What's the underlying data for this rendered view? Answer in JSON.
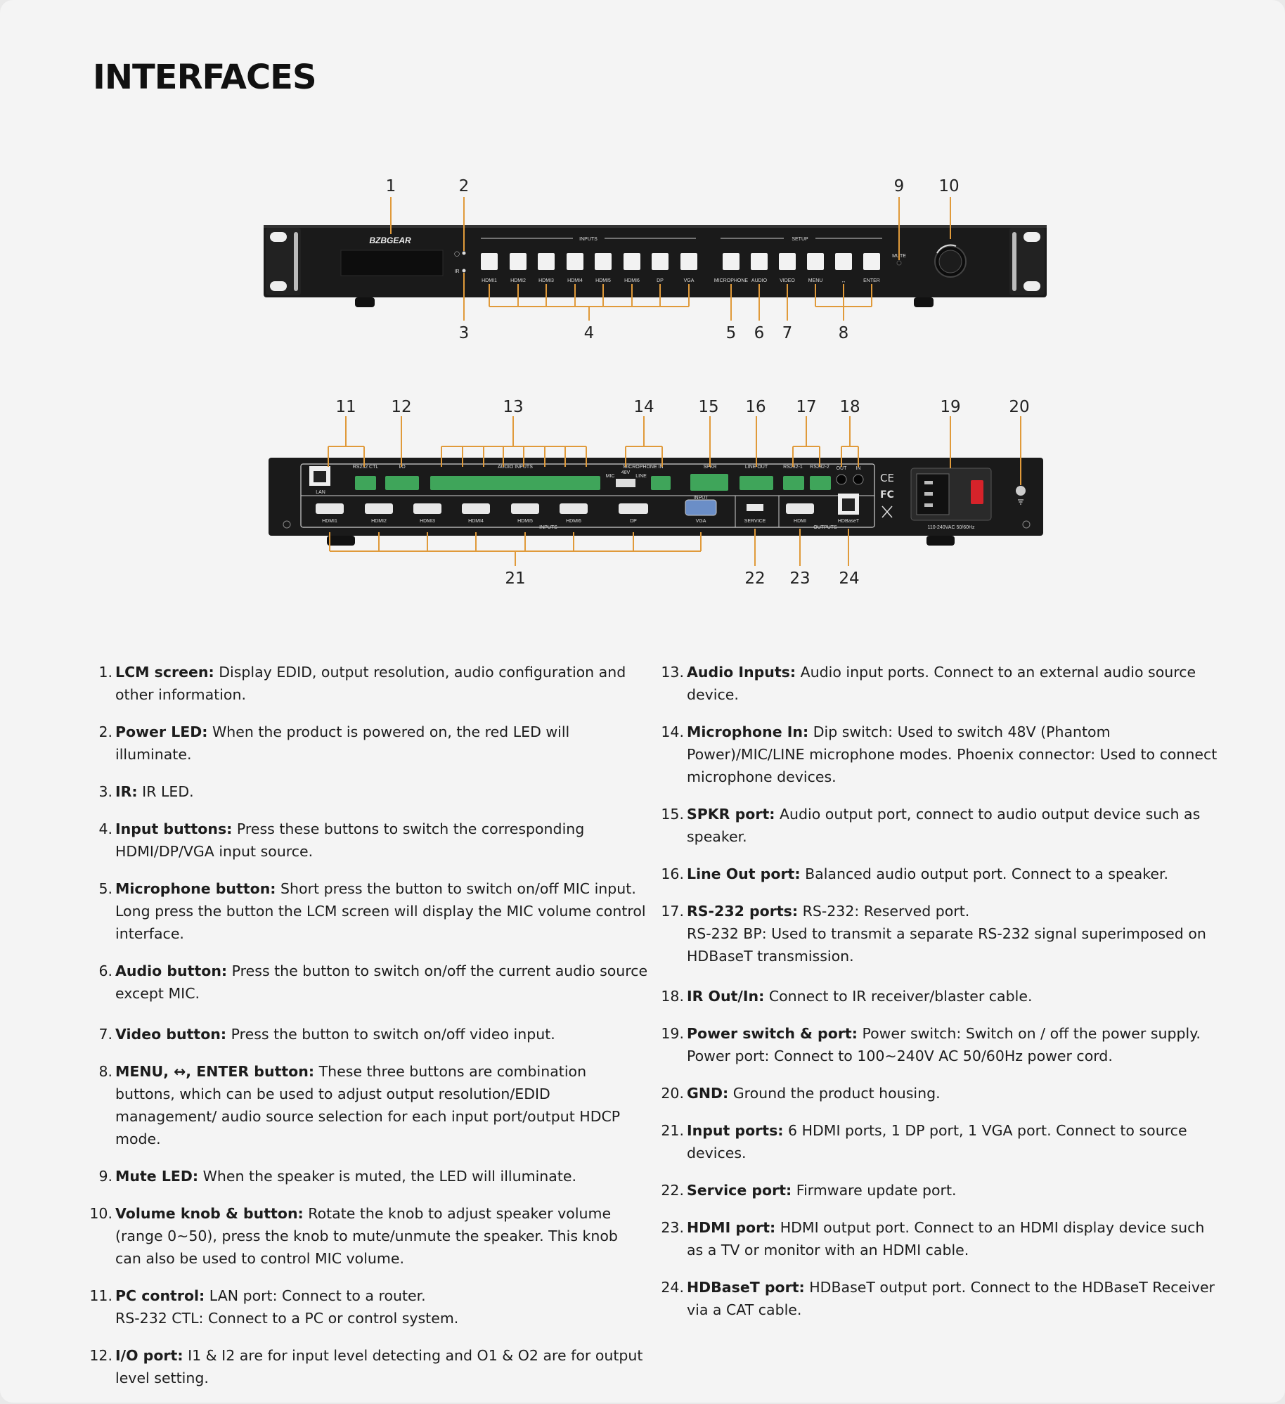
{
  "title": "INTERFACES",
  "front_panel": {
    "brand": "BZBGEAR",
    "inputs_heading": "INPUTS",
    "setup_heading": "SETUP",
    "led_labels": [
      "◯",
      "IR"
    ],
    "input_buttons": [
      "HDMI1",
      "HDMI2",
      "HDMI3",
      "HDMI4",
      "HDMI5",
      "HDMI6",
      "DP",
      "VGA"
    ],
    "setup_buttons": [
      "MICROPHONE",
      "AUDIO",
      "VIDEO",
      "MENU",
      "↔",
      "ENTER"
    ],
    "mute_label": "MUTE",
    "callouts": [
      "1",
      "2",
      "3",
      "4",
      "5",
      "6",
      "7",
      "8",
      "9",
      "10"
    ]
  },
  "rear_panel": {
    "rs232_ctl": "RS232 CTL",
    "io": "I/O",
    "audio_inputs": "AUDIO INPUTS",
    "microphone_in": "MICROPHONE IN",
    "mic_switch": [
      "MIC",
      "48V",
      "LINE"
    ],
    "spkr": "SPKR",
    "line_out": "LINE OUT",
    "rs232_1": "RS232-1",
    "rs232_2": "RS232-2",
    "ir_out": "OUT",
    "ir_in": "IN",
    "lan": "LAN",
    "input_ports": [
      "HDMI1",
      "HDMI2",
      "HDMI3",
      "HDMI4",
      "HDMI5",
      "HDMI6",
      "DP",
      "VGA"
    ],
    "inputs_label": "INPUTS",
    "input_label": "INPUT",
    "service": "SERVICE",
    "hdmi_out": "HDMI",
    "hdbaset": "HDBaseT",
    "outputs_label": "OUTPUTS",
    "power_rating": "110-240VAC 50/60Hz",
    "callouts": [
      "11",
      "12",
      "13",
      "14",
      "15",
      "16",
      "17",
      "18",
      "19",
      "20",
      "21",
      "22",
      "23",
      "24"
    ]
  },
  "items_left": [
    {
      "num": "1.",
      "term": "LCM screen:",
      "text": "Display EDID, output resolution, audio configuration and other information."
    },
    {
      "num": "2.",
      "term": "Power LED:",
      "text": "When the product is powered on, the red LED will illuminate."
    },
    {
      "num": "3.",
      "term": "IR:",
      "text": "IR LED."
    },
    {
      "num": "4.",
      "term": "Input buttons:",
      "text": "Press these buttons to switch the corresponding HDMI/DP/VGA input source."
    },
    {
      "num": "5.",
      "term": "Microphone button:",
      "text": "Short press the button to switch on/off MIC input. Long press the button the LCM screen will display the MIC volume control interface."
    },
    {
      "num": "6.",
      "term": "Audio button:",
      "text": "Press the button to switch on/off the current audio source except MIC."
    },
    {
      "num": "7.",
      "term": "Video button:",
      "text": "Press the button to switch on/off video input."
    },
    {
      "num": "8.",
      "term": "MENU, ↔, ENTER button:",
      "text": "These three buttons are combination buttons, which can be used to adjust output resolution/EDID management/ audio source selection for each input port/output HDCP mode."
    },
    {
      "num": "9.",
      "term": "Mute LED:",
      "text": "When the speaker is muted, the LED will illuminate."
    },
    {
      "num": "10.",
      "term": "Volume knob & button:",
      "text": "Rotate the knob to adjust speaker volume (range 0~50), press the knob to mute/unmute the speaker. This knob can also be used to control MIC volume."
    },
    {
      "num": "11.",
      "term": "PC control:",
      "text": "LAN port: Connect to a router.",
      "text2": "RS-232 CTL: Connect to a PC or control system."
    },
    {
      "num": "12.",
      "term": "I/O port:",
      "text": "I1 & I2 are for input level detecting and O1 & O2 are for output level setting."
    }
  ],
  "items_right": [
    {
      "num": "13.",
      "term": "Audio Inputs:",
      "text": "Audio input ports. Connect to an external audio source device."
    },
    {
      "num": "14.",
      "term": "Microphone In:",
      "text": "Dip switch: Used to switch 48V (Phantom Power)/MIC/LINE microphone modes. Phoenix connector: Used to connect microphone devices."
    },
    {
      "num": "15.",
      "term": "SPKR port:",
      "text": "Audio output port, connect to audio output device such as speaker."
    },
    {
      "num": "16.",
      "term": "Line Out port:",
      "text": "Balanced audio output port. Connect to a speaker."
    },
    {
      "num": "17.",
      "term": "RS-232 ports:",
      "text": "RS-232: Reserved port.",
      "text2": "RS-232 BP: Used to transmit a separate RS-232 signal superimposed on HDBaseT transmission."
    },
    {
      "num": "18.",
      "term": "IR Out/In:",
      "text": "Connect to IR receiver/blaster cable."
    },
    {
      "num": "19.",
      "term": "Power switch & port:",
      "text": "Power switch: Switch on / off the power supply.",
      "text2": "Power port: Connect to 100~240V AC 50/60Hz power cord."
    },
    {
      "num": "20.",
      "term": "GND:",
      "text": "Ground the product housing."
    },
    {
      "num": "21.",
      "term": "Input ports:",
      "text": "6 HDMI ports, 1 DP port, 1 VGA port. Connect to source devices."
    },
    {
      "num": "22.",
      "term": "Service port:",
      "text": "Firmware update port."
    },
    {
      "num": "23.",
      "term": "HDMI port:",
      "text": "HDMI output port. Connect to an HDMI display device such as a TV or monitor with an HDMI cable."
    },
    {
      "num": "24.",
      "term": "HDBaseT port:",
      "text": "HDBaseT output port. Connect to the HDBaseT Receiver via a CAT cable."
    }
  ]
}
